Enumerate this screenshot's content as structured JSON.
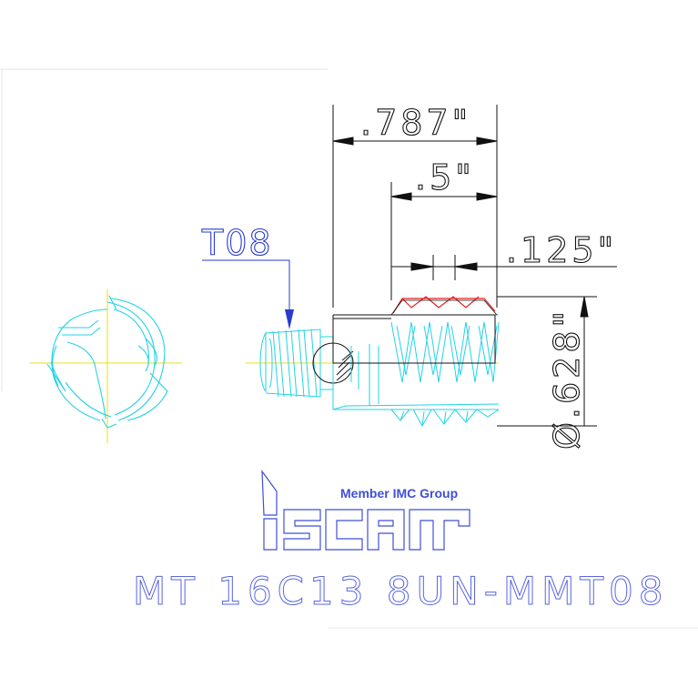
{
  "colors": {
    "thread_outline": "#22d3e6",
    "dimension": "#111111",
    "callout_blue": "#2a3bd0",
    "centerline": "#f0e000",
    "profile_red": "#e02020",
    "logo": "#3f4fd6",
    "title": "#5a66e0"
  },
  "dimensions": {
    "overall_length": ".787\"",
    "thread_length": ".5\"",
    "pitch": ".125\"",
    "diameter": "Ø.628\""
  },
  "callout": {
    "tool_code": "T08"
  },
  "branding": {
    "tagline": "Member IMC Group",
    "logo_icon": "iscar-logo"
  },
  "product": {
    "designation": "MT 16C13 8UN-MMT08"
  }
}
